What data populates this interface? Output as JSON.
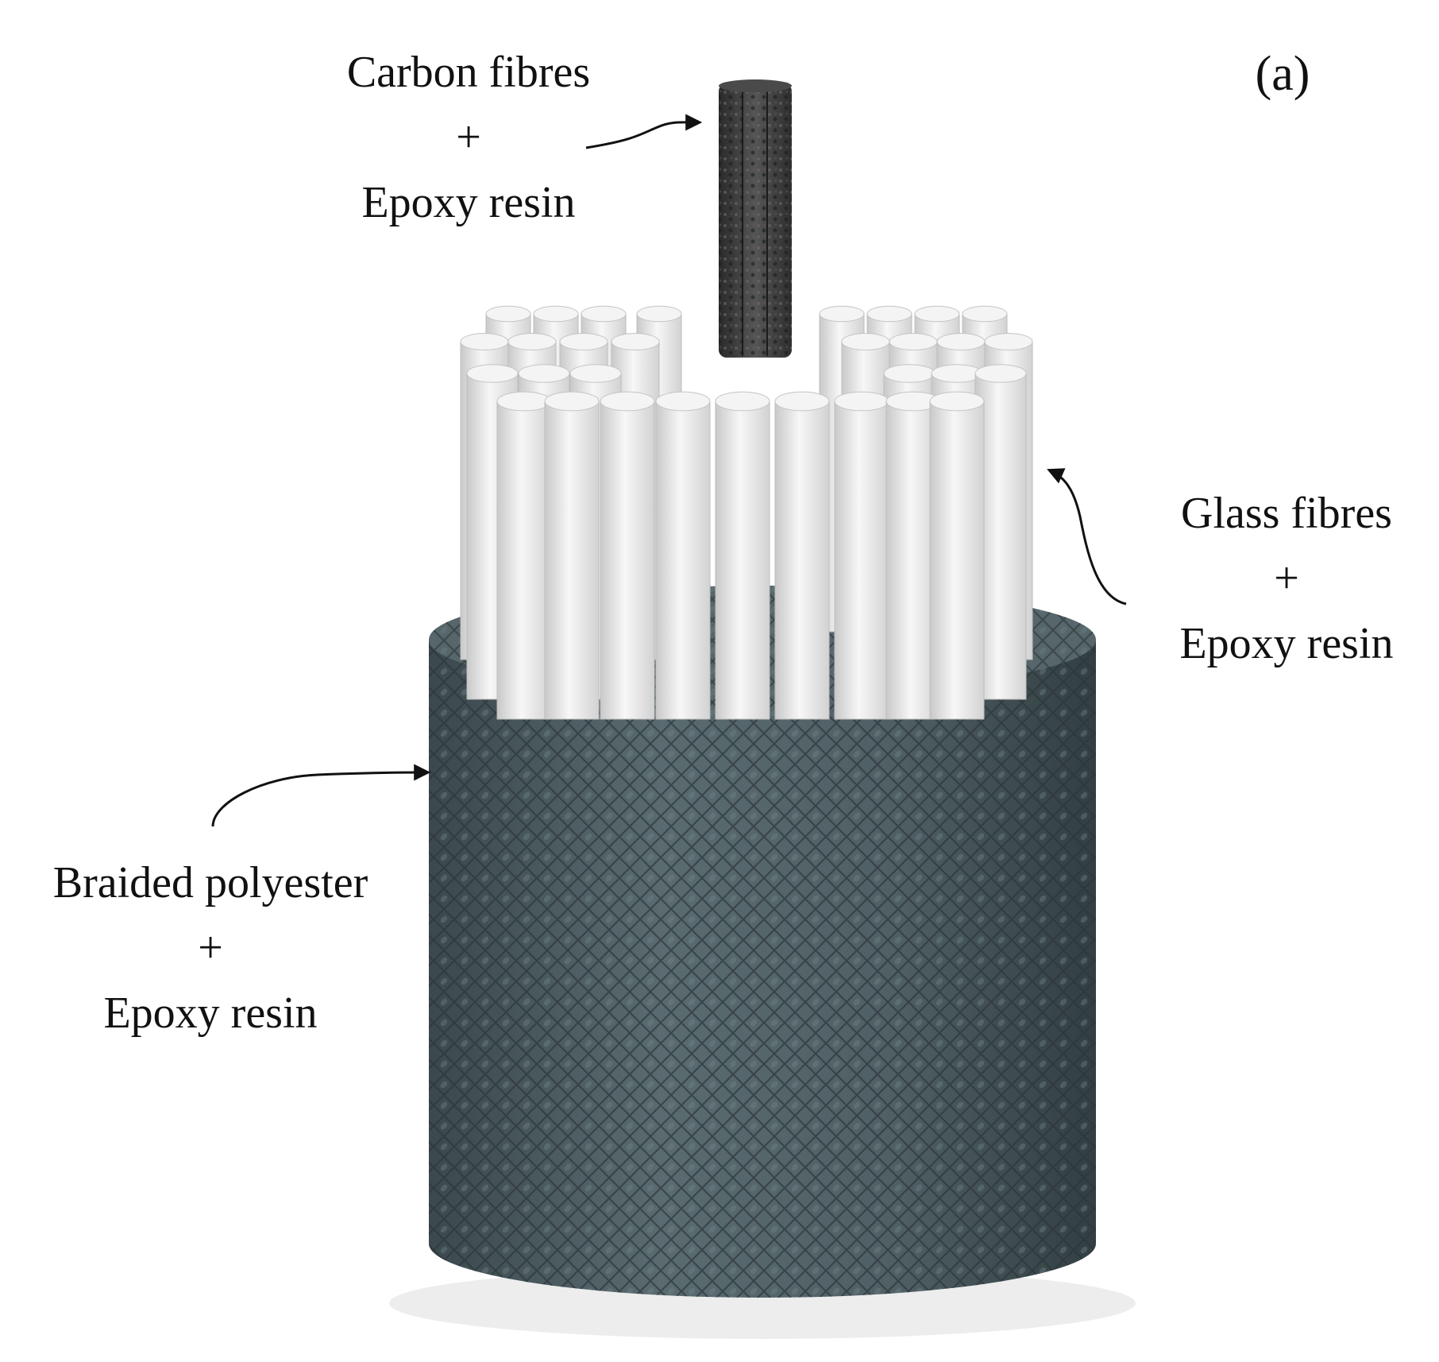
{
  "panel_label": "(a)",
  "layers": [
    {
      "id": "core",
      "lines": [
        "Carbon fibres",
        "+",
        "Epoxy resin"
      ],
      "color": "#3e3e3e"
    },
    {
      "id": "middle",
      "lines": [
        "Glass fibres",
        "+",
        "Epoxy resin"
      ],
      "color": "#ececec"
    },
    {
      "id": "outer",
      "lines": [
        "Braided polyester",
        "+",
        "Epoxy resin"
      ],
      "color": "#4f5e63"
    }
  ]
}
